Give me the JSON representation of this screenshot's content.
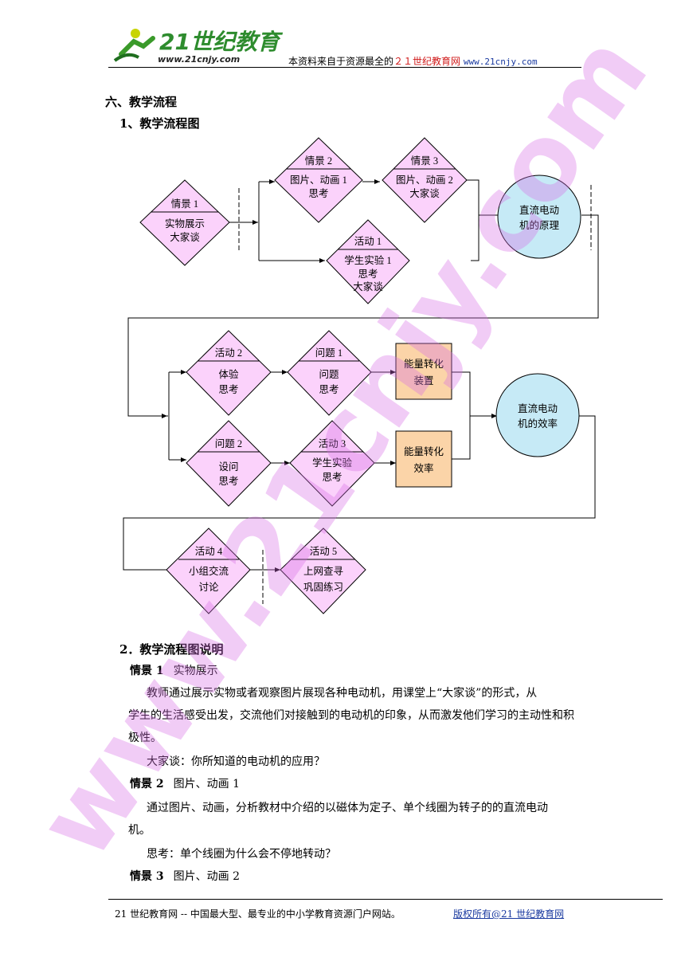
{
  "header": {
    "logo_text": "21世纪教育",
    "logo_url_text": "www.21cnjy.com",
    "note_prefix": "本资料来自于资源最全的",
    "note_site": "２１世纪教育网",
    "note_url": "www.21cnjy.com"
  },
  "section_title": "六、教学流程",
  "subsection_title": "1、教学流程图",
  "flowchart": {
    "scene1": {
      "title": "情景 1",
      "l1": "实物展示",
      "l2": "大家谈"
    },
    "scene2": {
      "title": "情景 2",
      "l1": "图片、动画 1",
      "l2": "思考"
    },
    "scene3": {
      "title": "情景 3",
      "l1": "图片、动画 2",
      "l2": "大家谈"
    },
    "activity1": {
      "title": "活动 1",
      "l1": "学生实验 1",
      "l2": "思考",
      "l3": "大家谈"
    },
    "principle": {
      "l1": "直流电动",
      "l2": "机的原理"
    },
    "activity2": {
      "title": "活动 2",
      "l1": "体验",
      "l2": "思考"
    },
    "question1": {
      "title": "问题 1",
      "l1": "问题",
      "l2": "思考"
    },
    "energy_device": {
      "l1": "能量转化",
      "l2": "装置"
    },
    "question2": {
      "title": "问题 2",
      "l1": "设问",
      "l2": "思考"
    },
    "activity3": {
      "title": "活动 3",
      "l1": "学生实验",
      "l2": "思考"
    },
    "energy_eff": {
      "l1": "能量转化",
      "l2": "效率"
    },
    "efficiency": {
      "l1": "直流电动",
      "l2": "机的效率"
    },
    "activity4": {
      "title": "活动 4",
      "l1": "小组交流",
      "l2": "讨论"
    },
    "activity5": {
      "title": "活动 5",
      "l1": "上网查寻",
      "l2": "巩固练习"
    }
  },
  "explain_title": "2．教学流程图说明",
  "explain": {
    "scene1_label": "情景 1",
    "scene1_topic": "实物展示",
    "p1_line1": "教师通过展示实物或者观察图片展现各种电动机，用课堂上“大家谈”的形式，从",
    "p1_line2": "学生的生活感受出发，交流他们对接触到的电动机的印象，从而激发他们学习的主动性和积",
    "p1_line3": "极性。",
    "p2": "大家谈：你所知道的电动机的应用？",
    "scene2_label": "情景 2",
    "scene2_topic": "图片、动画 1",
    "p3_line1": "通过图片、动画，分析教材中介绍的以磁体为定子、单个线圈为转子的的直流电动",
    "p3_line2": "机。",
    "p4": "思考：单个线圈为什么会不停地转动？",
    "scene3_label": "情景 3",
    "scene3_topic": "图片、动画 2"
  },
  "footer": {
    "left": "21 世纪教育网 -- 中国最大型、最专业的中小学教育资源门户网站。",
    "right": "版权所有@21 世纪教育网"
  },
  "watermark": "www.21cnjy.com",
  "colors": {
    "diamond": "#fbd2fb",
    "rect": "#fbd4a8",
    "circle": "#c6eaf6",
    "footer_link": "#1a3aa0",
    "accent_red": "#d01818"
  }
}
